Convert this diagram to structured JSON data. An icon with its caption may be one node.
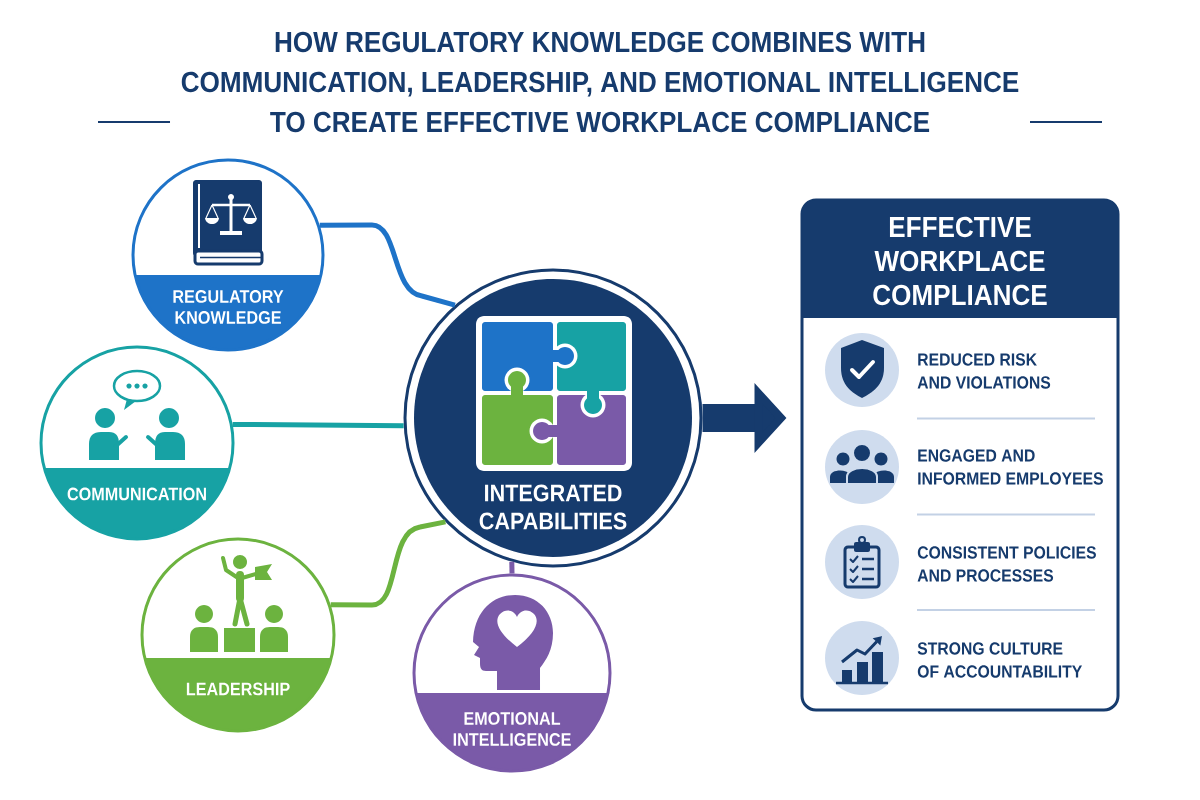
{
  "diagram": {
    "title": "HOW REGULATORY KNOWLEDGE COMBINES WITH COMMUNICATION, LEADERSHIP, AND EMOTIONAL INTELLIGENCE TO CREATE EFFECTIVE WORKPLACE COMPLIANCE",
    "nodes": [
      {
        "text": [
          "REGULATORY KNOWLEDGE"
        ]
      },
      {
        "text": [
          "COMMUNICATION"
        ]
      },
      {
        "text": [
          "LEADERSHIP"
        ]
      },
      {
        "text": [
          "EMOTIONAL INTELLIGENCE"
        ]
      },
      {
        "text": [
          "INTEGRATED CAPABILITIES"
        ]
      },
      {
        "text": [
          "EFFECTIVE WORKPLACE COMPLIANCE",
          "REDUCED RISK AND VIOLATIONS",
          "ENGAGED AND INFORMED EMPLOYEES",
          "CONSISTENT POLICIES AND PROCESSES",
          "STRONG CULTURE OF ACCOUNTABILITY"
        ]
      }
    ],
    "edges": [
      {
        "from": 0,
        "to": 4,
        "arrow": "none",
        "color": "#1e73c8"
      },
      {
        "from": 1,
        "to": 4,
        "arrow": "none",
        "color": "#17a2a4"
      },
      {
        "from": 2,
        "to": 4,
        "arrow": "none",
        "color": "#6cb33f"
      },
      {
        "from": 3,
        "to": 4,
        "arrow": "none",
        "color": "#7a5aa8"
      },
      {
        "from": 4,
        "to": 5,
        "arrow": "to",
        "style": "thick",
        "color": "#163b6d"
      }
    ]
  }
}
